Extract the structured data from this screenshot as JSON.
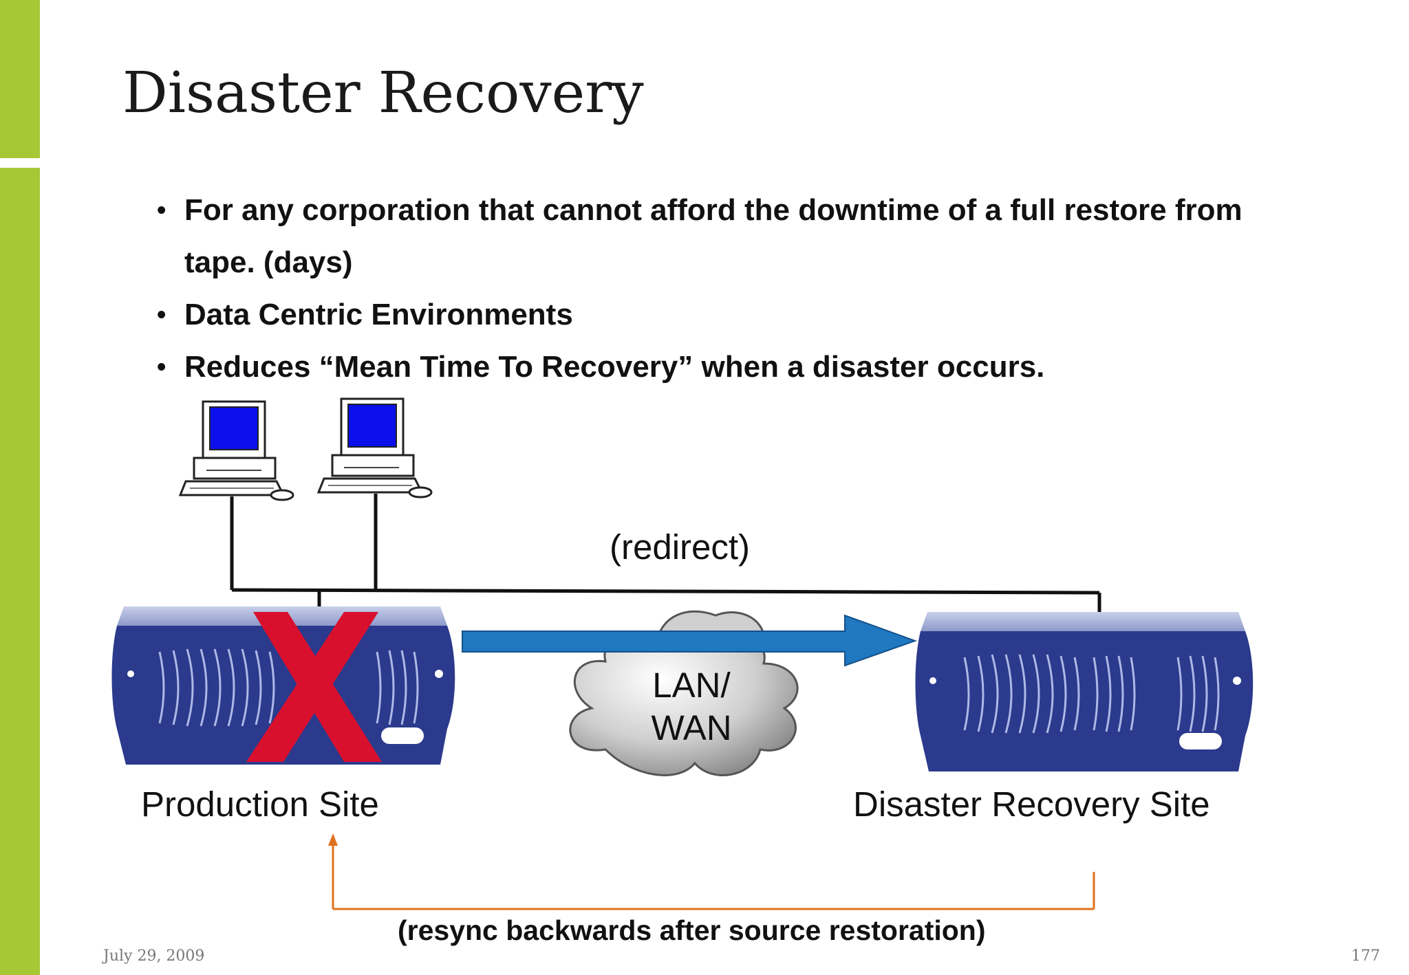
{
  "slide": {
    "title": "Disaster Recovery",
    "bullets": [
      "For any corporation that cannot afford the downtime of a full restore from tape. (days)",
      "Data Centric Environments",
      "Reduces  “Mean Time To Recovery” when a disaster occurs."
    ],
    "footer_date": "July 29, 2009",
    "page_number": "177"
  },
  "diagram": {
    "redirect_label": "(redirect)",
    "cloud_label_line1": "LAN/",
    "cloud_label_line2": "WAN",
    "production_site_label": "Production Site",
    "dr_site_label": "Disaster Recovery Site",
    "resync_label": "(resync backwards after source restoration)",
    "icons": [
      "workstation-icon",
      "workstation-icon",
      "server-icon",
      "server-icon",
      "cloud-icon",
      "failure-x-icon",
      "arrow-icon"
    ],
    "colors": {
      "accent_green": "#a6c835",
      "server_blue": "#2b3a8c",
      "arrow_blue": "#1f78c0",
      "failure_red": "#d8102e",
      "resync_orange": "#e0701e",
      "screen_blue": "#0b10ea"
    }
  }
}
